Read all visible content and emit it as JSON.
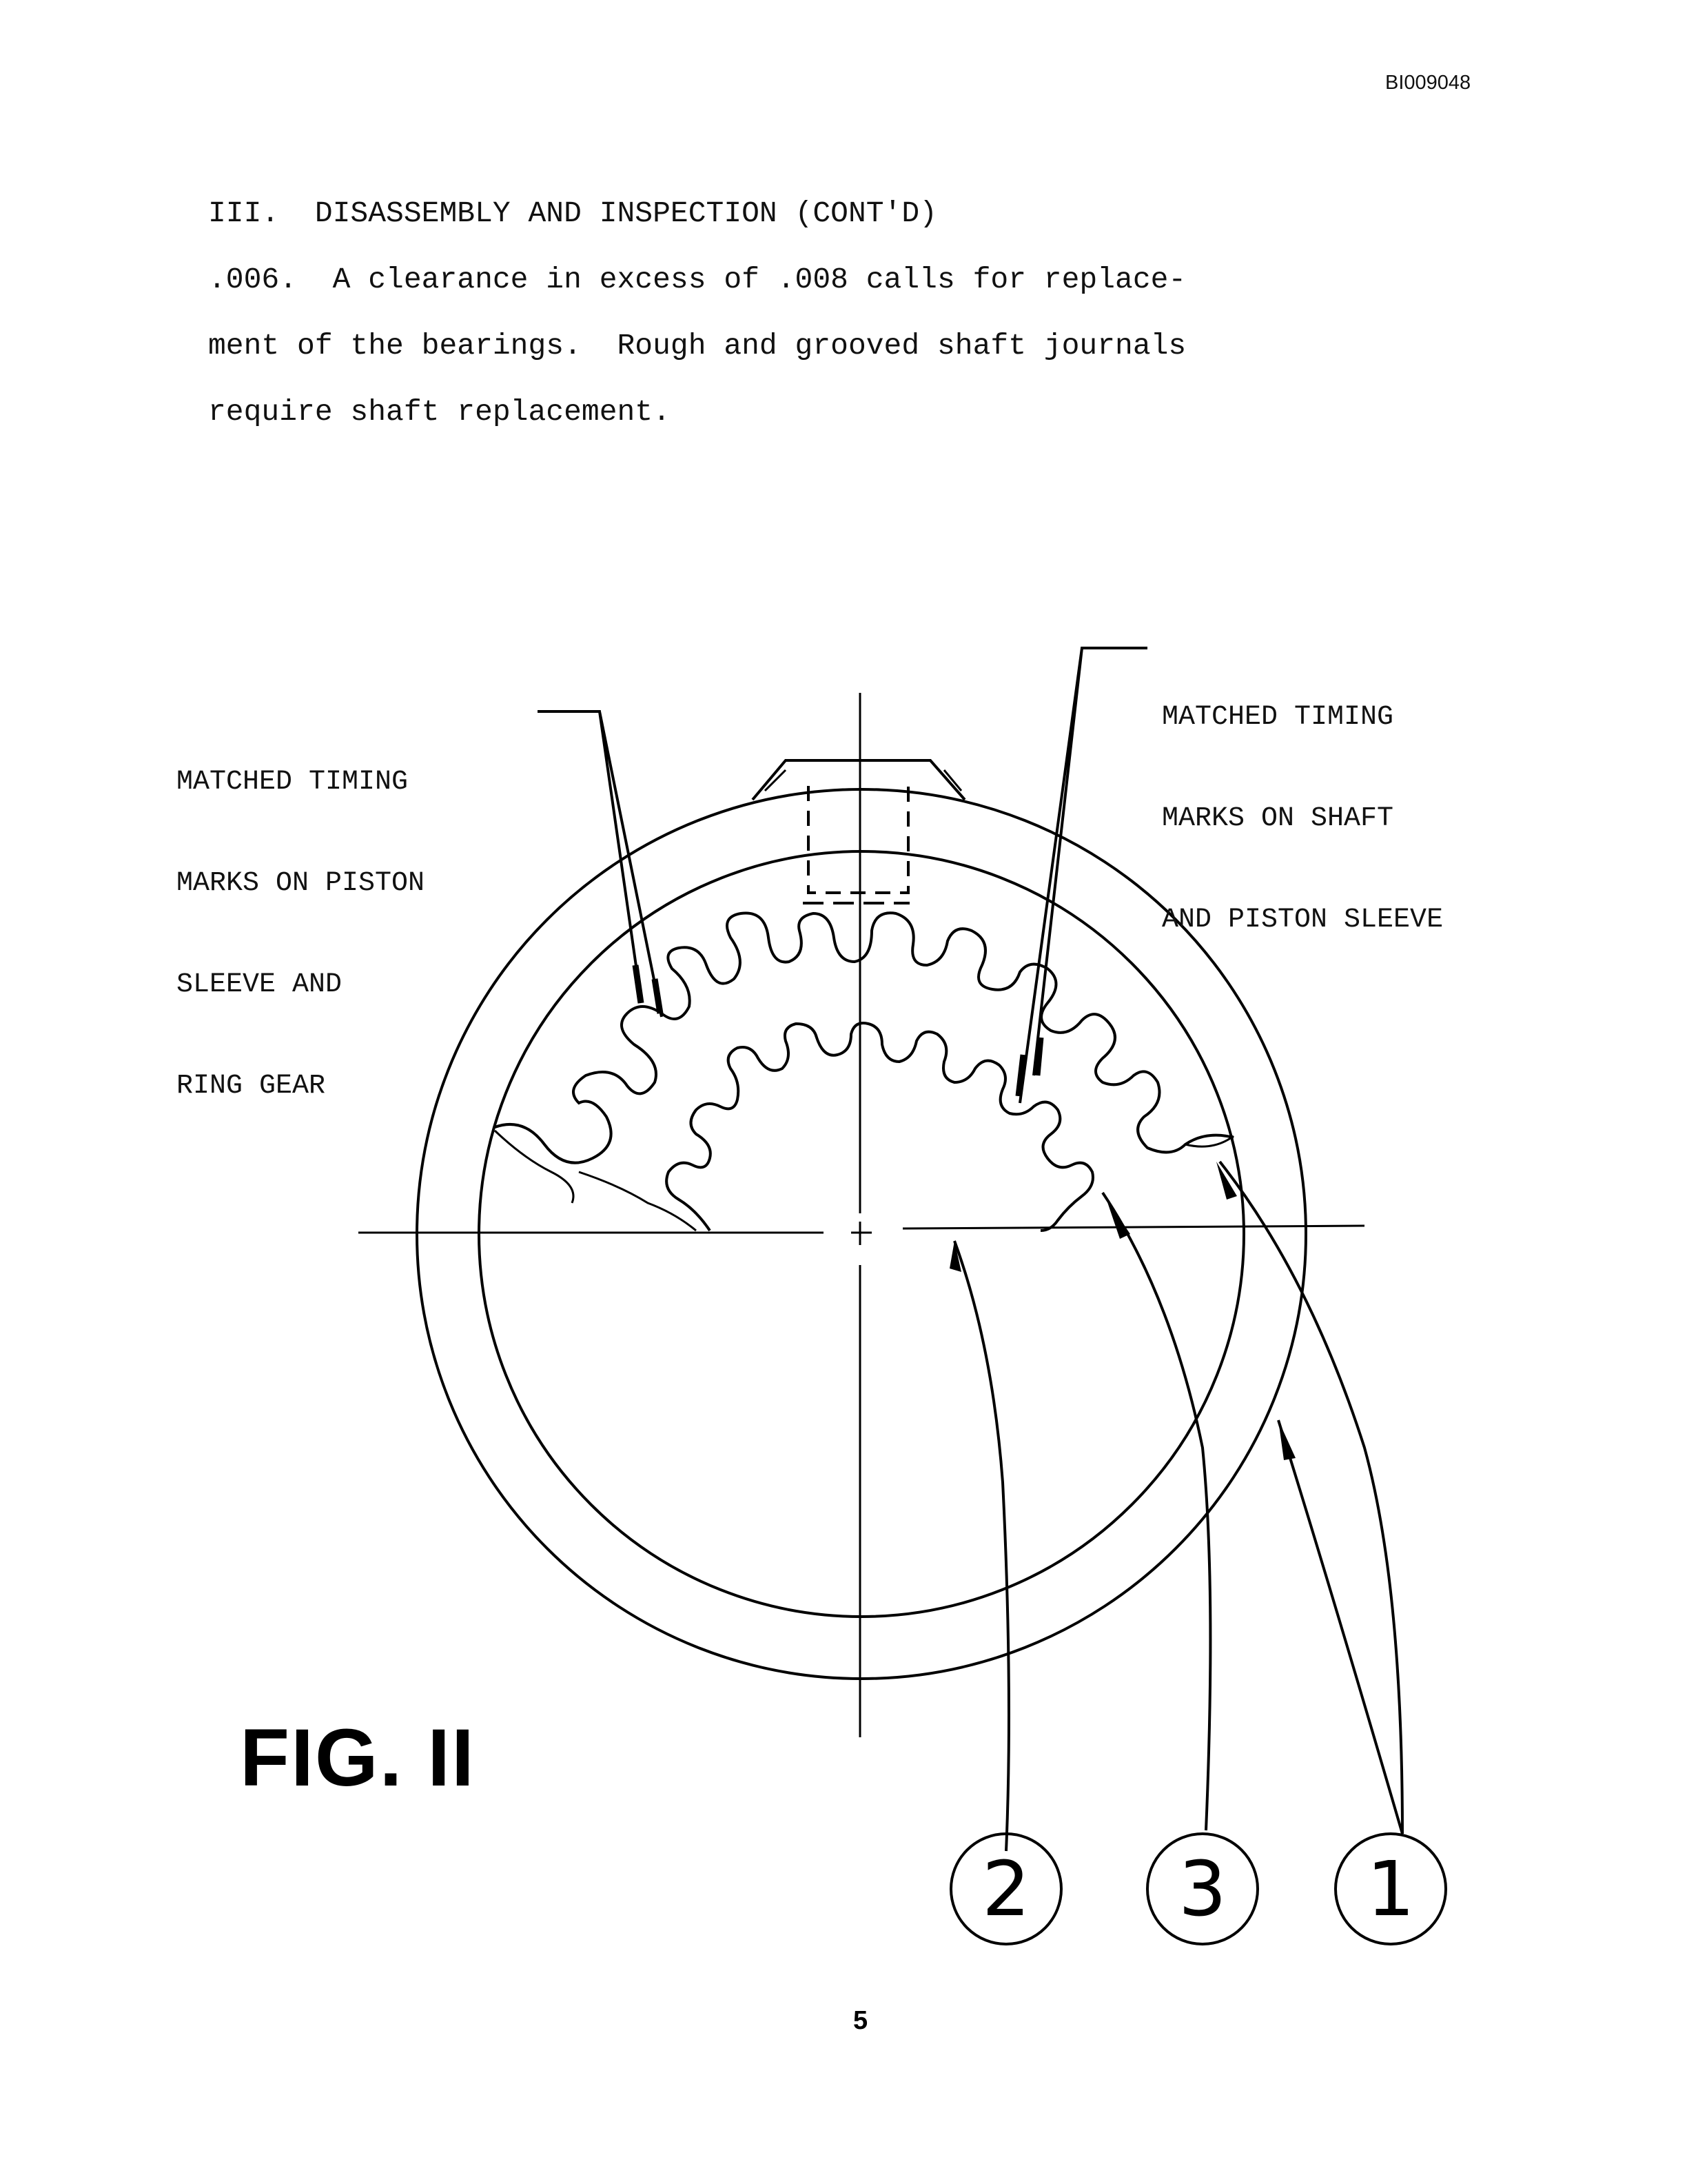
{
  "header": {
    "doc_id": "BI009048"
  },
  "text": {
    "section_heading": "III.  DISASSEMBLY AND INSPECTION (CONT'D)",
    "lines": [
      ".006.  A clearance in excess of .008 calls for replace-",
      "ment of the bearings.  Rough and grooved shaft journals",
      "require shaft replacement."
    ]
  },
  "figure": {
    "callout_left": [
      "MATCHED TIMING",
      "MARKS ON PISTON",
      "SLEEVE AND",
      "RING GEAR"
    ],
    "callout_right": [
      "MATCHED TIMING",
      "MARKS ON SHAFT",
      "AND PISTON SLEEVE"
    ],
    "balloons": [
      "2",
      "3",
      "1"
    ],
    "title": "FIG. II"
  },
  "footer": {
    "page_number": "5"
  }
}
